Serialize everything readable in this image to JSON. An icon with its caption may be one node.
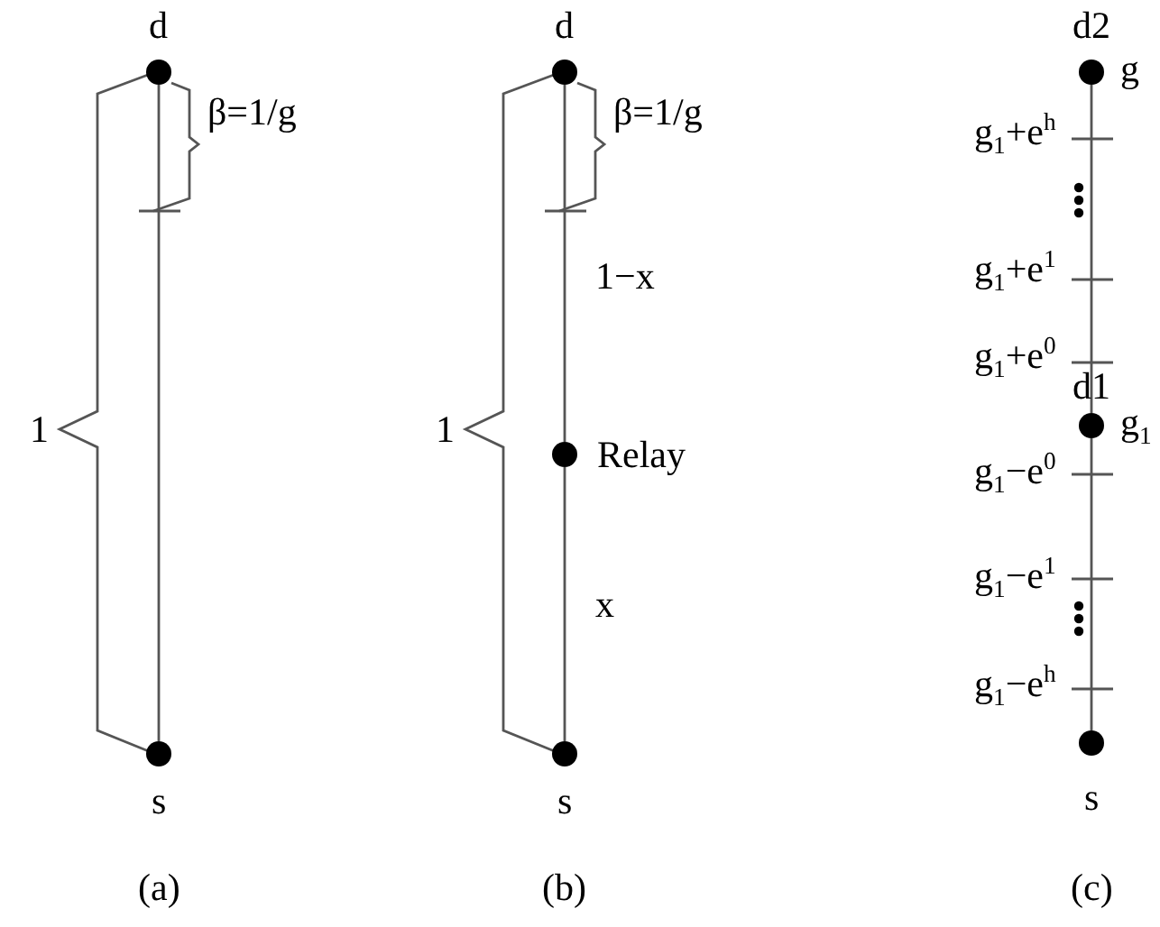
{
  "diagram": {
    "nodes": [
      {
        "text": [],
        "shape": "circle",
        "beside": [
          "d"
        ]
      },
      {
        "text": [],
        "shape": "circle",
        "beside": [
          "s"
        ]
      },
      {
        "text": [],
        "shape": "circle",
        "beside": [
          "d"
        ]
      },
      {
        "text": [],
        "shape": "circle",
        "beside": [
          "Relay"
        ]
      },
      {
        "text": [],
        "shape": "circle",
        "beside": [
          "s"
        ]
      },
      {
        "text": [],
        "shape": "circle",
        "beside": [
          "d2",
          "g"
        ]
      },
      {
        "text": [],
        "shape": "circle",
        "beside": [
          "d1",
          "g$_{1}$"
        ]
      },
      {
        "text": [],
        "shape": "circle",
        "beside": [
          "s"
        ]
      }
    ],
    "edges": [
      {
        "from": 0,
        "to": 1,
        "arrow": "none"
      },
      {
        "from": 2,
        "to": 3,
        "arrow": "none"
      },
      {
        "from": 3,
        "to": 4,
        "arrow": "none"
      },
      {
        "from": 5,
        "to": 6,
        "arrow": "none"
      },
      {
        "from": 6,
        "to": 7,
        "arrow": "none"
      }
    ],
    "labels": [
      "β=1/g",
      "1",
      "(a)",
      "β=1/g",
      "1",
      "1−x",
      "x",
      "(b)",
      "g$_{1}$+e$^{h}$",
      "g$_{1}$+e$^{1}$",
      "g$_{1}$+e$^{0}$",
      "g$_{1}$−e$^{0}$",
      "g$_{1}$−e$^{1}$",
      "g$_{1}$−e$^{h}$",
      "(c)"
    ]
  }
}
